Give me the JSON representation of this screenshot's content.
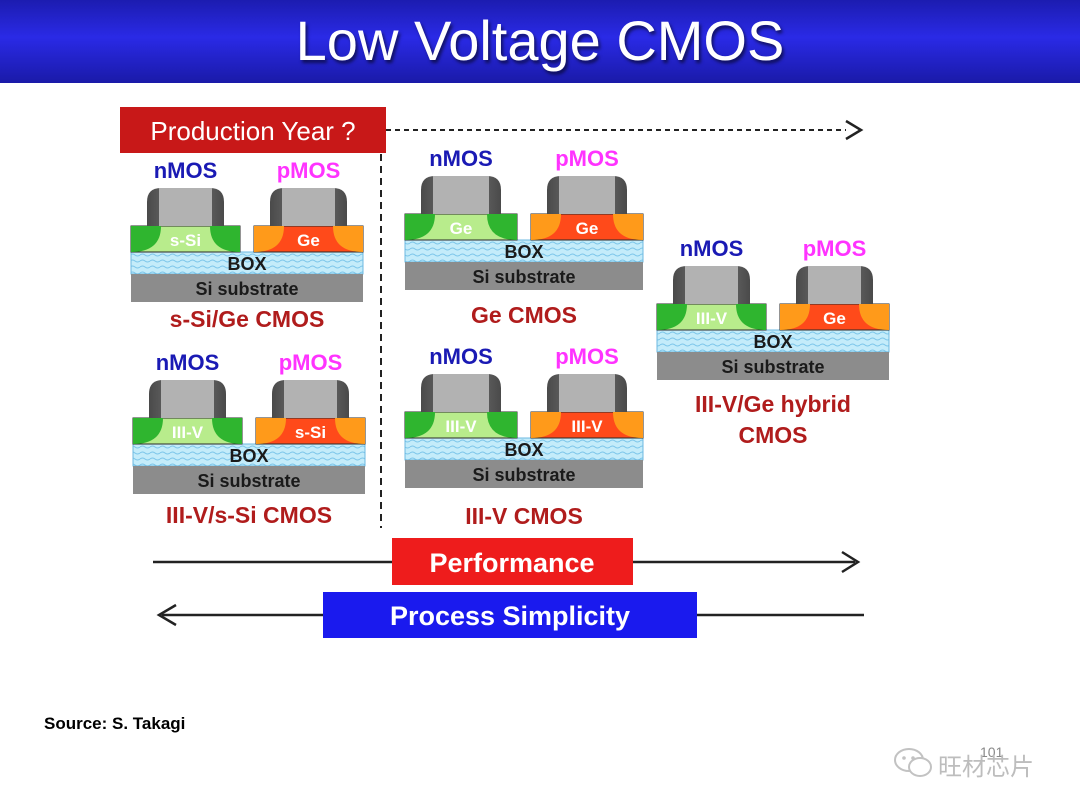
{
  "slide": {
    "title": "Low Voltage CMOS"
  },
  "production_banner": {
    "label": "Production Year ?"
  },
  "devices": [
    {
      "nmos_label": "nMOS",
      "pmos_label": "pMOS",
      "n_channel": "s-Si",
      "p_channel": "Ge",
      "box": "BOX",
      "substrate": "Si substrate",
      "caption": [
        "s-Si/Ge CMOS"
      ]
    },
    {
      "nmos_label": "nMOS",
      "pmos_label": "pMOS",
      "n_channel": "III-V",
      "p_channel": "s-Si",
      "box": "BOX",
      "substrate": "Si substrate",
      "caption": [
        "III-V/s-Si CMOS"
      ]
    },
    {
      "nmos_label": "nMOS",
      "pmos_label": "pMOS",
      "n_channel": "Ge",
      "p_channel": "Ge",
      "box": "BOX",
      "substrate": "Si substrate",
      "caption": [
        "Ge CMOS"
      ]
    },
    {
      "nmos_label": "nMOS",
      "pmos_label": "pMOS",
      "n_channel": "III-V",
      "p_channel": "III-V",
      "box": "BOX",
      "substrate": "Si substrate",
      "caption": [
        "III-V CMOS"
      ]
    },
    {
      "nmos_label": "nMOS",
      "pmos_label": "pMOS",
      "n_channel": "III-V",
      "p_channel": "Ge",
      "box": "BOX",
      "substrate": "Si substrate",
      "caption": [
        "III-V/Ge hybrid",
        "CMOS"
      ]
    }
  ],
  "performance_arrow": {
    "label": "Performance",
    "direction": "right"
  },
  "simplicity_arrow": {
    "label": "Process Simplicity",
    "direction": "left"
  },
  "source": "Source: S. Takagi",
  "slide_number": "101",
  "watermark": "旺材芯片",
  "colors": {
    "title_bar": "#2a2ae6",
    "banner_red": "#c81818",
    "nmos_blue": "#1a1ab4",
    "pmos_magenta": "#ff33ff",
    "caption_red": "#b01c1c",
    "n_channel_green": "#33b833",
    "p_channel_orange": "#ff7a00",
    "box_cyan": "#bfe9f8",
    "substrate_gray": "#8c8c8c",
    "gate_gray": "#a8a8a8",
    "spacer_dark": "#606060",
    "performance_red": "#ee1c1c",
    "simplicity_blue": "#1a1aee"
  }
}
